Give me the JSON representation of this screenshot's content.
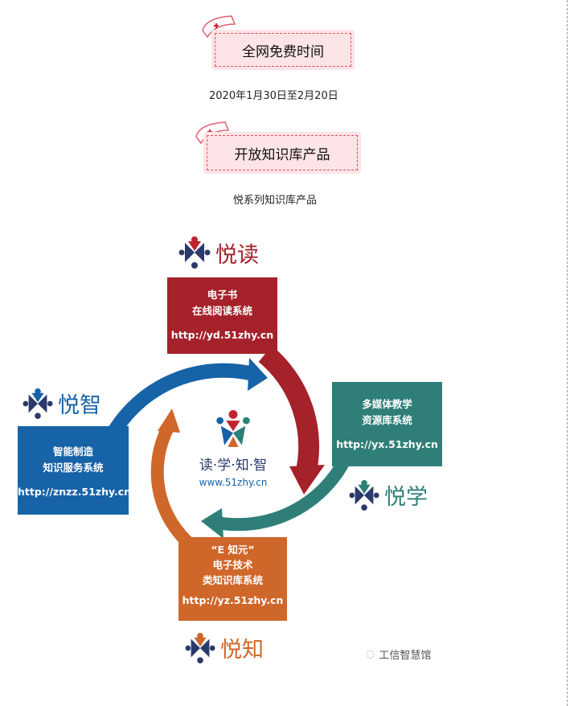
{
  "tags": [
    {
      "label": "全网免费时间"
    },
    {
      "label": "开放知识库产品"
    }
  ],
  "date_text": "2020年1月30日至2月20日",
  "series_text": "悦系列知识库产品",
  "diagram": {
    "center": {
      "title": "读·学·知·智",
      "url": "www.51zhy.cn"
    },
    "read": {
      "brand": "悦读",
      "line1": "电子书",
      "line2": "在线阅读系统",
      "url": "http://yd.51zhy.cn",
      "color": "#a5222b"
    },
    "learn": {
      "brand": "悦学",
      "line1": "多媒体教学",
      "line2": "资源库系统",
      "url": "http://yx.51zhy.cn",
      "color": "#2f7f78"
    },
    "know": {
      "brand": "悦知",
      "line0": "“E 知元”",
      "line1": "电子技术",
      "line2": "类知识库系统",
      "url": "http://yz.51zhy.cn",
      "color": "#d0672a"
    },
    "smart": {
      "brand": "悦智",
      "line1": "智能制造",
      "line2": "知识服务系统",
      "url": "http://znzz.51zhy.cn",
      "color": "#1763a8"
    }
  },
  "watermark": "工信智慧馆"
}
